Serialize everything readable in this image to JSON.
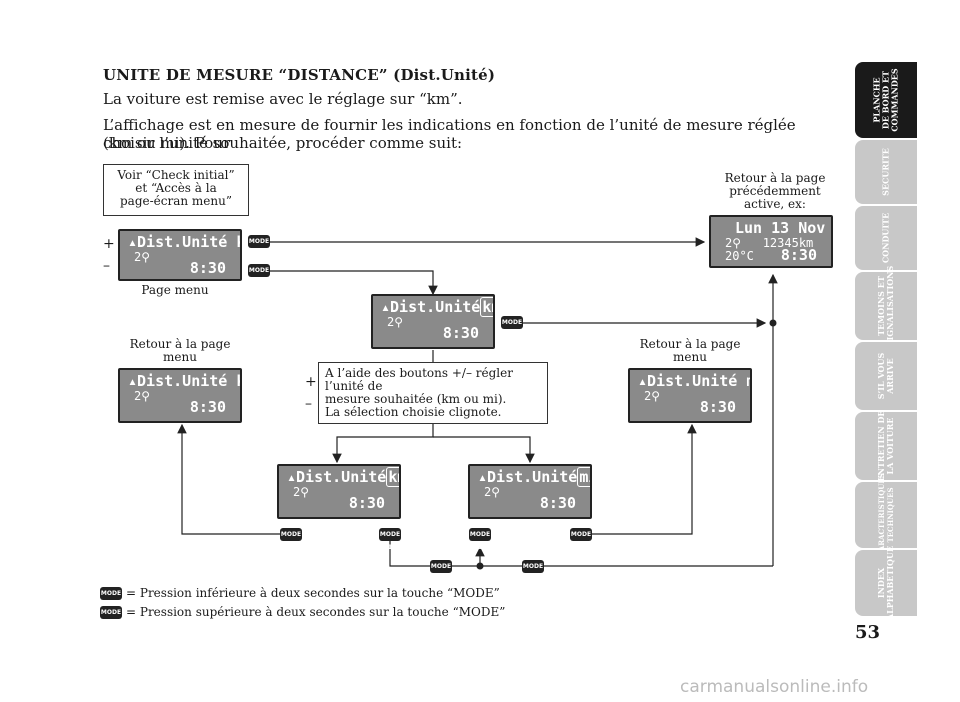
{
  "heading": "UNITE DE MESURE “DISTANCE” (Dist.Unité)",
  "para1": "La voiture est remise avec le réglage sur “km”.",
  "para2_line1": "L’affichage est en mesure de fournir les indications en fonction de l’unité de mesure réglée (km ou mi). Pour",
  "para2_line2": "choisir l’unité souhaitée, procéder comme suit:",
  "note_check": [
    "Voir “Check initial”",
    "et “Accès à la",
    "page-écran menu”"
  ],
  "label_return_prev": [
    "Retour à la page",
    "précédemment",
    "active, ex:"
  ],
  "label_page_menu": "Page menu",
  "label_return_menu": [
    "Retour à la page",
    "menu"
  ],
  "instruction": [
    "A l’aide des boutons +/– régler l’unité de",
    "mesure souhaitée (km ou mi).",
    "La sélection choisie clignote."
  ],
  "plus": "+",
  "minus": "–",
  "displays": {
    "menu": {
      "l1a": "Dist.Unité ",
      "unit": "km",
      "l2": "2⚲",
      "l3": "8:30"
    },
    "edit": {
      "l1a": "Dist.Unité",
      "unit": "km",
      "l2": "2⚲",
      "l3": "8:30"
    },
    "ret_left": {
      "l1a": "Dist.Unité ",
      "unit": "km",
      "l2": "2⚲",
      "l3": "8:30"
    },
    "ret_right": {
      "l1a": "Dist.Unité ",
      "unit": "mi",
      "l2": "2⚲",
      "l3": "8:30"
    },
    "blink_km": {
      "l1a": "Dist.Unité",
      "unit": "km",
      "l2": "2⚲",
      "l3": "8:30"
    },
    "blink_mi": {
      "l1a": "Dist.Unité",
      "unit": "mi",
      "l2": "2⚲",
      "l3": "8:30"
    },
    "prev": {
      "l1": "Lun 13 Nov",
      "l2a": "2⚲",
      "l2b": "12345km",
      "l3a": "20°C",
      "l3b": "8:30"
    }
  },
  "mode1": "MODE 1",
  "mode2": "MODE 2",
  "legend1": "= Pression inférieure à deux secondes sur la touche “MODE”",
  "legend2": "= Pression supérieure à deux secondes sur la touche “MODE”",
  "tabs": [
    {
      "label": "PLANCHE\nDE BORD ET\nCOMMANDES",
      "active": true
    },
    {
      "label": "SECURITE",
      "active": false
    },
    {
      "label": "CONDUITE",
      "active": false
    },
    {
      "label": "TEMOINS ET\nSIGNALISATIONS",
      "active": false
    },
    {
      "label": "S’IL VOUS\nARRIVE",
      "active": false
    },
    {
      "label": "ENTRETIEN DE\nLA VOITURE",
      "active": false
    },
    {
      "label": "CARACTERISTIQUES\nTECHNIQUES",
      "active": false
    },
    {
      "label": "INDEX\nALPHABETIQUE",
      "active": false
    }
  ],
  "page_number": "53",
  "watermark": "carmanualsonline.info"
}
